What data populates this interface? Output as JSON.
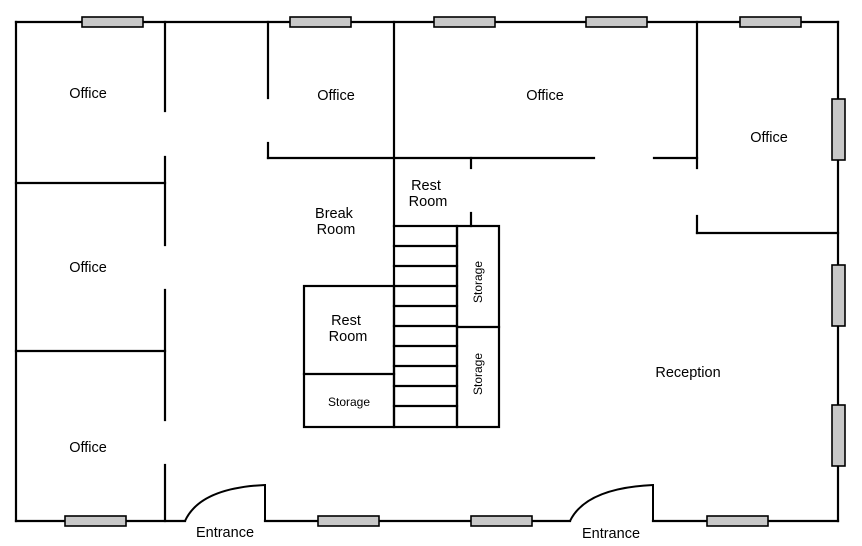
{
  "rooms": {
    "office_top_left": "Office",
    "office_top_mid": "Office",
    "office_top_center": "Office",
    "office_top_right": "Office",
    "office_mid_left": "Office",
    "office_bottom_left": "Office",
    "break_room": [
      "Break",
      "Room"
    ],
    "rest_room_top": [
      "Rest",
      "Room"
    ],
    "rest_room_mid": [
      "Rest",
      "Room"
    ],
    "storage_small": "Storage",
    "storage_upper": "Storage",
    "storage_lower": "Storage",
    "reception": "Reception"
  },
  "entrances": {
    "left": "Entrance",
    "right": "Entrance"
  },
  "colors": {
    "wall": "#000000",
    "window_fill": "#c8c8c8",
    "background": "#ffffff"
  }
}
